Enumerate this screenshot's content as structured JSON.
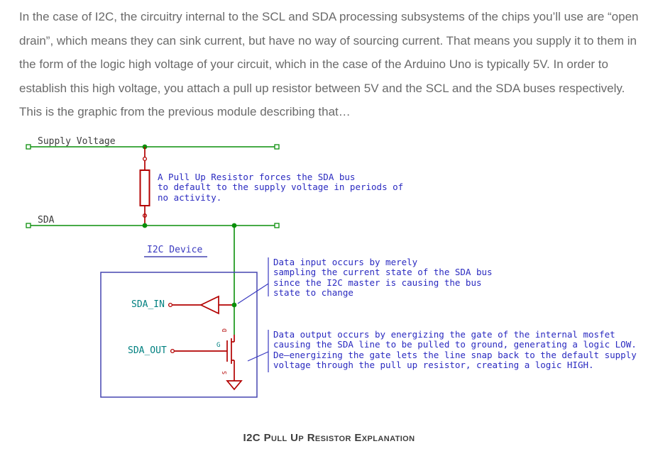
{
  "article": {
    "paragraph": "In the case of I2C, the circuitry internal to the SCL and SDA processing subsystems of the chips you’ll use are “open drain”, which means they can sink current, but have no way of sourcing current. That means you supply it to them in the form of the logic high voltage of your circuit, which in the case of the Arduino Uno is typically 5V. In order to establish this high voltage, you attach a pull up resistor between 5V and the SCL and the SDA buses respectively. This is the graphic from the previous module describing that…",
    "caption": "I2C Pull Up Resistor Explanation"
  },
  "diagram": {
    "labels": {
      "supply_voltage": "Supply Voltage",
      "sda": "SDA",
      "i2c_device": "I2C Device",
      "sda_in": "SDA_IN",
      "sda_out": "SDA_OUT",
      "gate_pin": "G",
      "drain_pin": "D",
      "source_pin": "S"
    },
    "notes": {
      "pullup": "A Pull Up Resistor forces the SDA bus\nto default to the supply voltage in periods of\nno activity.",
      "data_input": "Data input occurs by merely\nsampling the current state of the SDA bus\nsince the I2C master is causing the bus\nstate to change",
      "data_output": "Data output occurs by energizing the gate of the internal mosfet\ncausing the SDA line to be pulled to ground, generating a logic LOW.\nDe–energizing the gate lets the line snap back to the default supply\nvoltage through the pull up resistor, creating a logic HIGH."
    },
    "colors": {
      "wire_green": "#0a8f0a",
      "component_red": "#b30000",
      "note_blue": "#2a2ac0",
      "device_blue": "#4545b0",
      "signal_teal": "#008080",
      "body_text_gray": "#6a6a6a"
    }
  }
}
